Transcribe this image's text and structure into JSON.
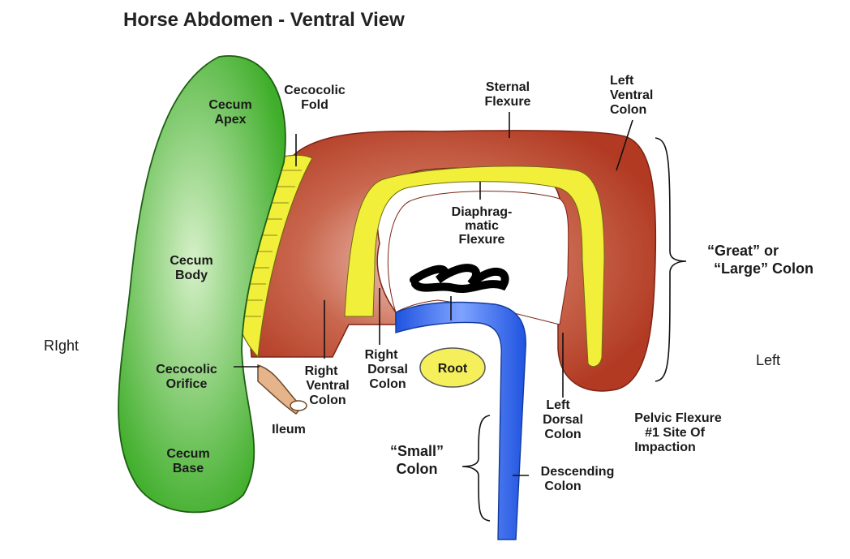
{
  "title": "Horse Abdomen - Ventral View",
  "side_labels": {
    "right": "RIght",
    "left": "Left"
  },
  "labels": {
    "cecum_apex": [
      "Cecum",
      "Apex"
    ],
    "cecum_body": [
      "Cecum",
      "Body"
    ],
    "cecum_base": [
      "Cecum",
      "Base"
    ],
    "cecocolic_fold": [
      "Cecocolic",
      "Fold"
    ],
    "sternal_flexure": [
      "Sternal",
      "Flexure"
    ],
    "left_ventral_colon": [
      "Left",
      "Ventral",
      "Colon"
    ],
    "diaphragmatic_flexure": [
      "Diaphrag-",
      "matic",
      "Flexure"
    ],
    "great_colon": [
      "“Great” or",
      "“Large” Colon"
    ],
    "cecocolic_orifice": [
      "Cecocolic",
      "Orifice"
    ],
    "ileum": [
      "Ileum"
    ],
    "right_ventral_colon": [
      "Right",
      "Ventral",
      "Colon"
    ],
    "right_dorsal_colon": [
      "Right",
      "Dorsal",
      "Colon"
    ],
    "root": [
      "Root"
    ],
    "left_dorsal_colon": [
      "Left",
      "Dorsal",
      "Colon"
    ],
    "pelvic_flexure": [
      "Pelvic Flexure",
      "#1 Site Of",
      "Impaction"
    ],
    "small_colon": [
      "“Small”",
      "Colon"
    ],
    "descending_colon": [
      "Descending",
      "Colon"
    ]
  },
  "colors": {
    "cecum": "#3fae2a",
    "cecum_light": "#d6f0c8",
    "large_colon": "#b23a23",
    "large_colon_light": "#f6d7cf",
    "fat_fold": "#f2ef3a",
    "small_colon": "#1f54e0",
    "small_colon_light": "#a9c4ff",
    "ileum": "#e6b48a",
    "root": "#f4ef5a"
  }
}
